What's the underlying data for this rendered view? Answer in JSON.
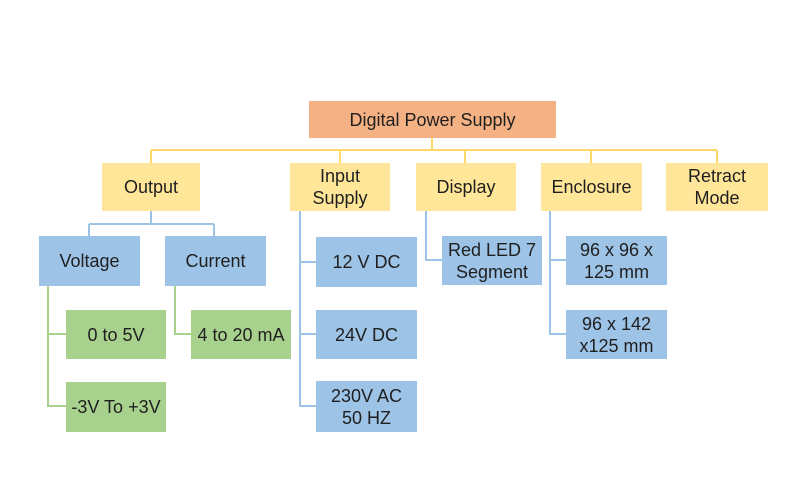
{
  "root": {
    "label": "Digital Power Supply"
  },
  "categories": [
    {
      "id": "output",
      "label": "Output"
    },
    {
      "id": "input",
      "label": "Input\nSupply"
    },
    {
      "id": "display",
      "label": "Display"
    },
    {
      "id": "enclosure",
      "label": "Enclosure"
    },
    {
      "id": "retract",
      "label": "Retract\nMode"
    }
  ],
  "output_children": [
    {
      "id": "voltage",
      "label": "Voltage"
    },
    {
      "id": "current",
      "label": "Current"
    }
  ],
  "voltage_children": [
    {
      "label": "0 to 5V"
    },
    {
      "label": "-3V To +3V"
    }
  ],
  "current_children": [
    {
      "label": "4 to 20 mA"
    }
  ],
  "input_children": [
    {
      "label": "12 V DC"
    },
    {
      "label": "24V DC"
    },
    {
      "label": "230V AC\n50 HZ"
    }
  ],
  "display_children": [
    {
      "label": "Red LED 7\nSegment"
    }
  ],
  "enclosure_children": [
    {
      "label": "96 x 96 x\n125 mm"
    },
    {
      "label": "96 x 142\nx125 mm"
    }
  ],
  "colors": {
    "root": "#f4b183",
    "category": "#ffe699",
    "sub": "#9dc3e6",
    "leaf": "#a9d18e",
    "connector_yellow": "#ffd966",
    "connector_blue": "#9dc3e6",
    "connector_green": "#a9d18e"
  }
}
